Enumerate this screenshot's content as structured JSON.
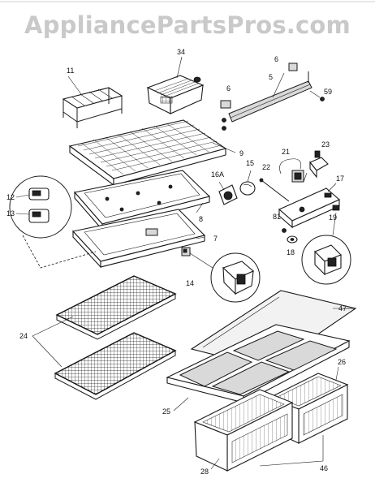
{
  "watermark": "AppliancePartsPros.com",
  "labels": {
    "l11": "11",
    "l34": "34",
    "l6a": "6",
    "l6b": "6",
    "l5": "5",
    "l59": "59",
    "l9": "9",
    "l15": "15",
    "l21": "21",
    "l23": "23",
    "l16a": "16A",
    "l22": "22",
    "l17": "17",
    "l12": "12",
    "l13": "13",
    "l8": "8",
    "l7": "7",
    "l81": "81",
    "l19": "19",
    "l18": "18",
    "l14": "14",
    "l47": "47",
    "l24": "24",
    "l26": "26",
    "l25": "25",
    "l28": "28",
    "l46": "46"
  }
}
